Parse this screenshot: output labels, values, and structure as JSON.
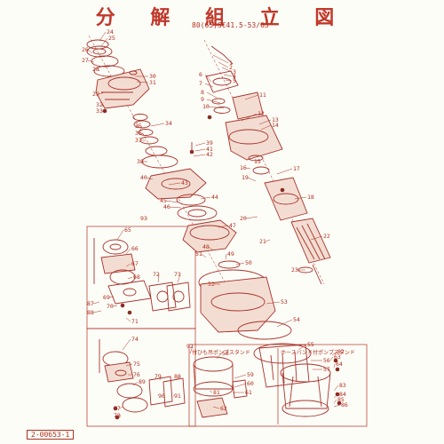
{
  "title": "分 解 組 立 図",
  "subtitle": "80(65)SC41.5-53/63",
  "doc_id": "2-00653-1",
  "insets": {
    "left": "付ひも吊ポンプスタンド",
    "right": "ホースバンド付ポンプスタンド"
  },
  "part_numbers": [
    "1",
    "2",
    "3",
    "4",
    "5",
    "6",
    "7",
    "8",
    "9",
    "10",
    "11",
    "12",
    "13",
    "14",
    "15",
    "16",
    "17",
    "18",
    "19",
    "20",
    "21",
    "22",
    "23",
    "24",
    "25",
    "26",
    "27",
    "28",
    "29",
    "30",
    "31",
    "32",
    "33",
    "34",
    "35",
    "36",
    "37",
    "38",
    "39",
    "40",
    "41",
    "42",
    "43",
    "44",
    "45",
    "46",
    "47",
    "48",
    "49",
    "50",
    "51",
    "52",
    "53",
    "54",
    "55",
    "56",
    "57",
    "58",
    "59",
    "60",
    "61",
    "62",
    "63",
    "64",
    "65",
    "66",
    "67",
    "68",
    "69",
    "70",
    "71",
    "72",
    "73",
    "74",
    "75",
    "76",
    "77",
    "78",
    "79",
    "80",
    "81",
    "82",
    "83",
    "84",
    "85",
    "86",
    "87",
    "88",
    "89",
    "90",
    "91",
    "92",
    "93"
  ]
}
